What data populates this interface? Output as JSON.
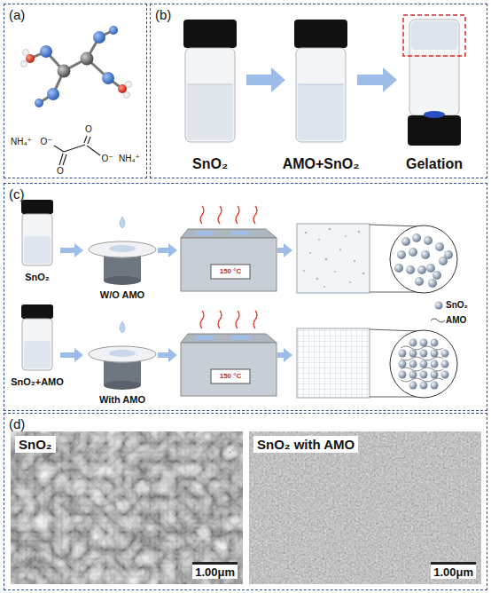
{
  "diagram": {
    "nodes": [
      {
        "text": [
          "(a)"
        ]
      },
      {
        "text": [
          "(b)"
        ]
      },
      {
        "text": [
          "(c)"
        ]
      },
      {
        "text": [
          "(d)"
        ]
      },
      {
        "text": [
          "SnO₂",
          "1.00μm"
        ],
        "in": 3
      },
      {
        "text": [
          "SnO₂ with AMO",
          "1.00μm"
        ],
        "in": 3
      }
    ],
    "labels": [
      "NH₄⁺",
      "O⁻",
      "O",
      "O",
      "O⁻",
      "NH₄⁺",
      "SnO₂",
      "AMO+SnO₂",
      "Gelation",
      "SnO₂",
      "W/O AMO",
      "150 °C",
      "SnO₂+AMO",
      "With AMO",
      "150 °C"
    ],
    "legend": [
      {
        "text": "SnO₂"
      },
      {
        "text": "AMO"
      }
    ]
  }
}
